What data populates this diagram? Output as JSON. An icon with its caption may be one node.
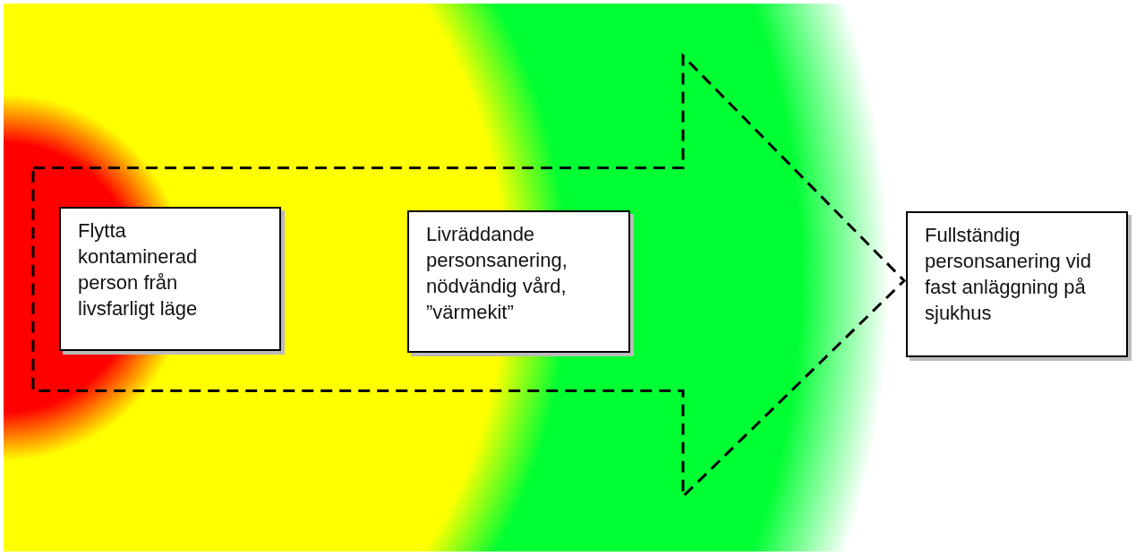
{
  "diagram": {
    "nodes": [
      {
        "text": [
          "Flytta kontaminerad person från livsfarligt läge"
        ]
      },
      {
        "text": [
          "Livräddande personsanering, nödvändig vård, ”värmekit”"
        ]
      },
      {
        "text": [
          "Fullständig personsanering vid fast anläggning på sjukhus"
        ]
      }
    ],
    "edges": [
      {
        "from": 0,
        "to": 2,
        "arrow": "to",
        "style": "dashed"
      }
    ]
  }
}
